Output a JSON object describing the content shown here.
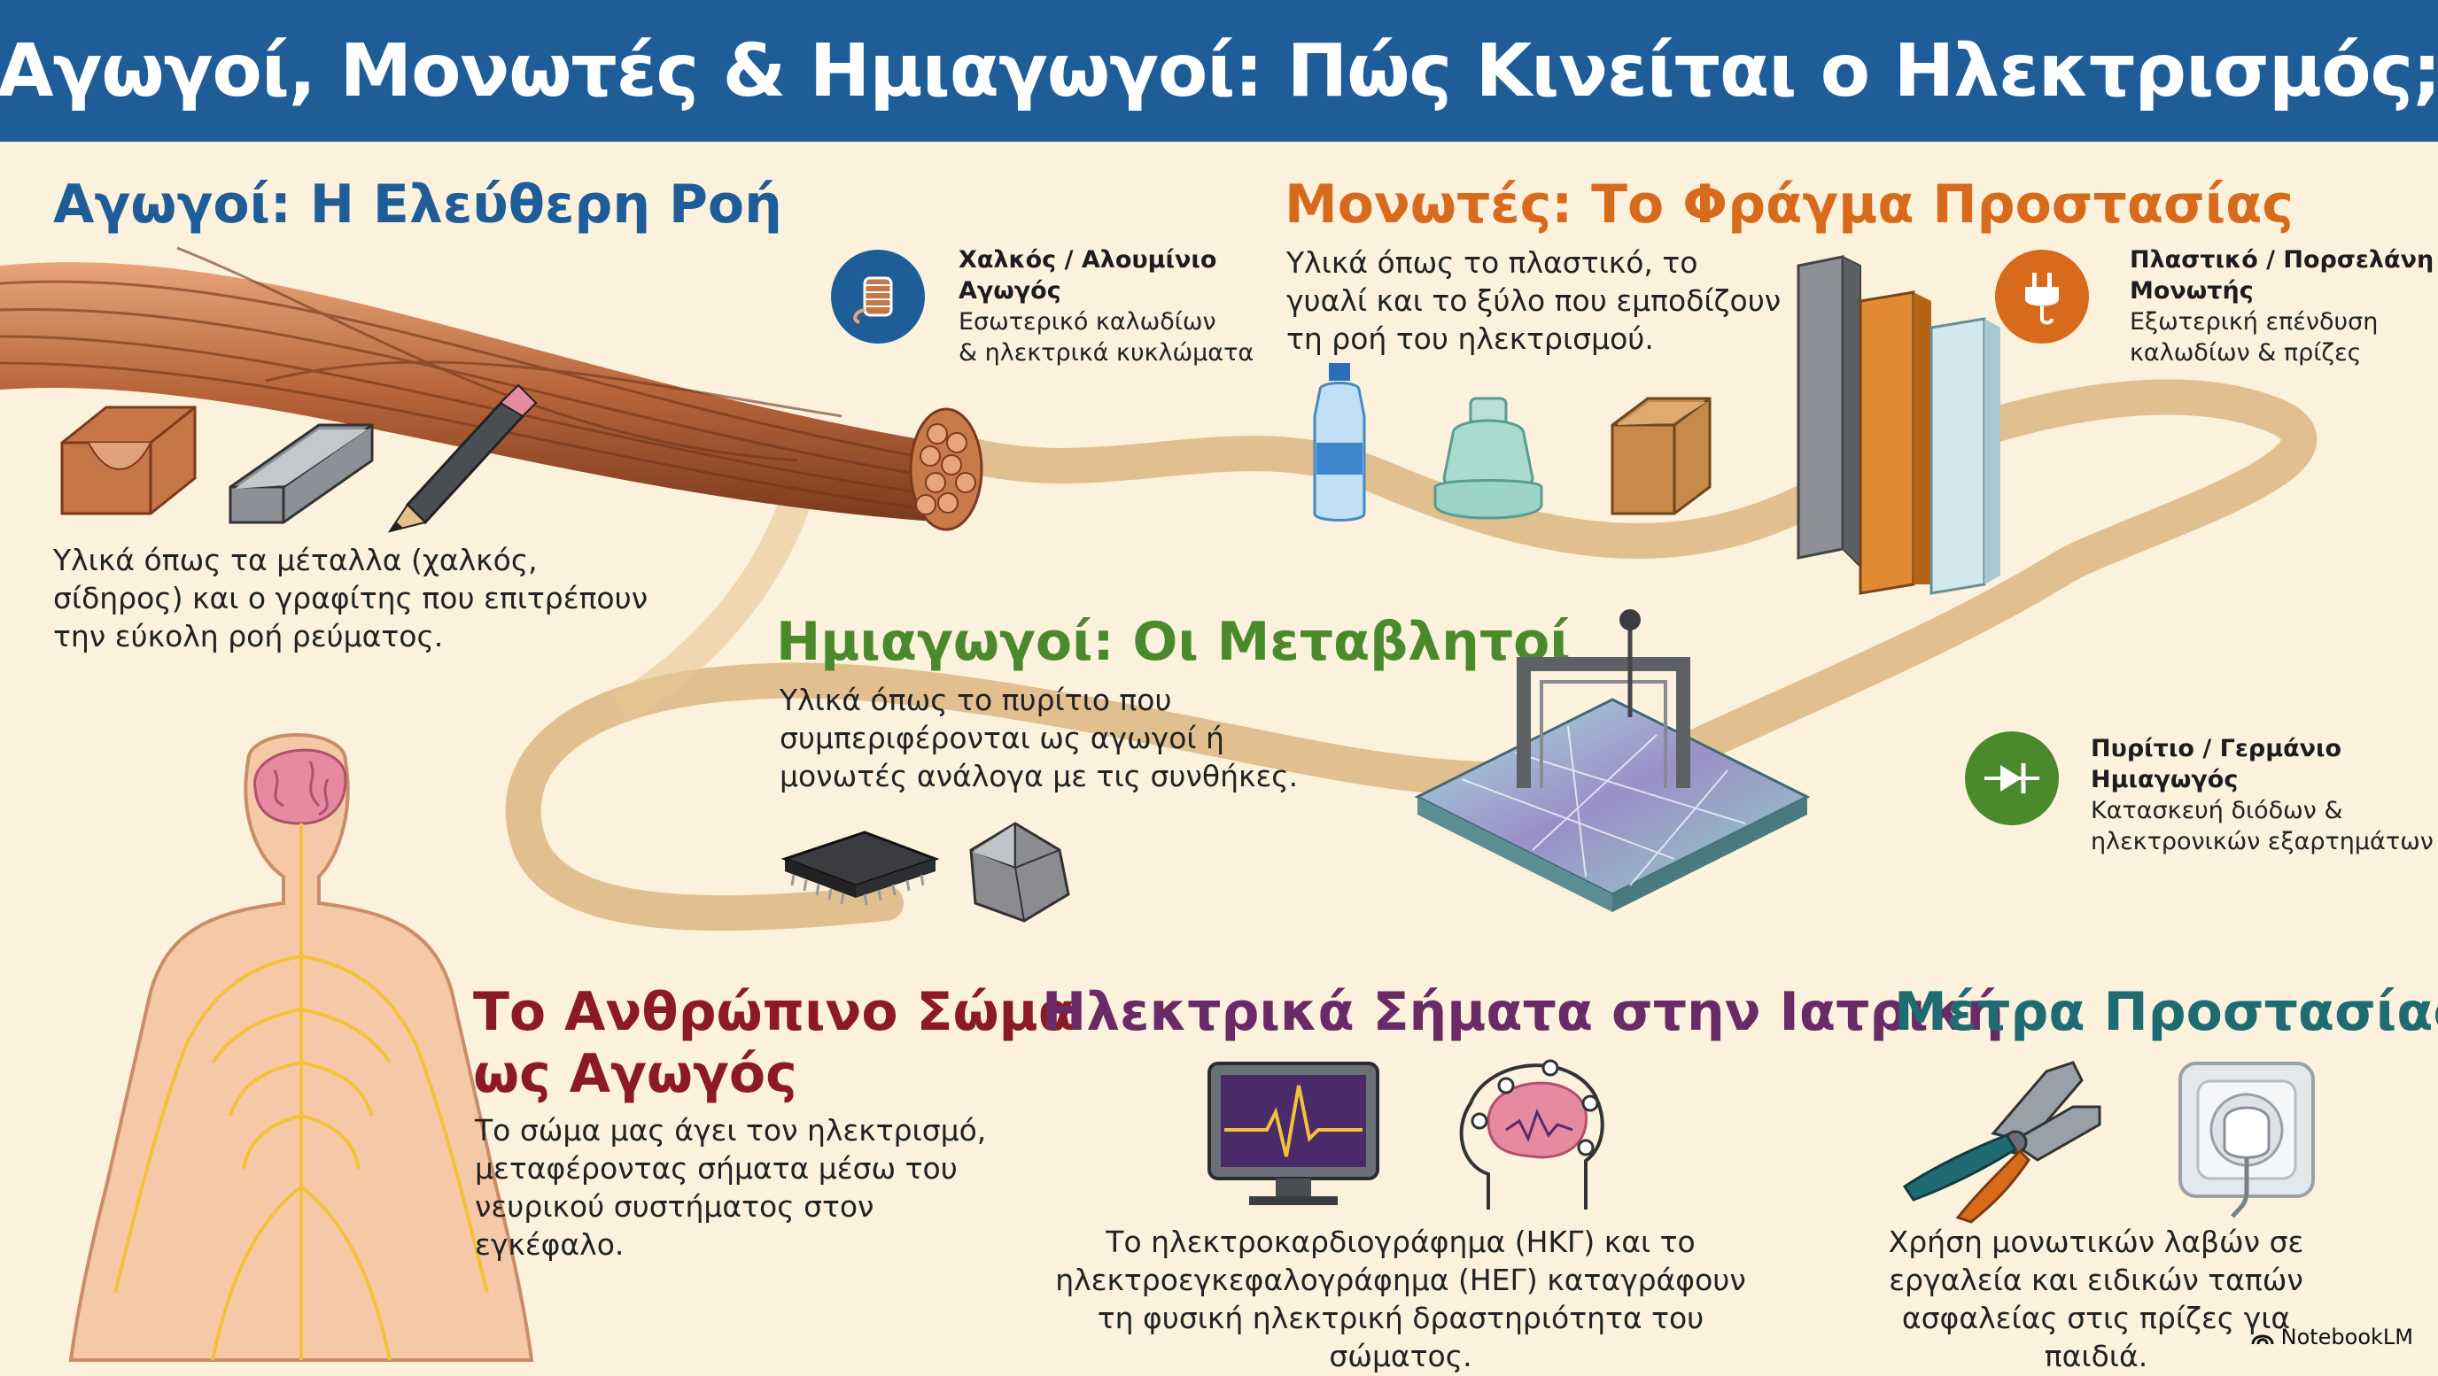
{
  "title": "Αγωγοί, Μονωτές & Ημιαγωγοί: Πώς Κινείται ο Ηλεκτρισμός;",
  "colors": {
    "title_bar": "#1f5d99",
    "background": "#fbf1dd",
    "conductors": "#1f5d99",
    "insulators": "#d86a1c",
    "semiconductors": "#4a8a2c",
    "human_body": "#8c1a24",
    "medicine": "#6a2a66",
    "protection": "#1e6c72"
  },
  "conductors": {
    "heading": "Αγωγοί: Η Ελεύθερη Ροή",
    "text": "Υλικά όπως τα μέταλλα (χαλκός, σίδηρος) και ο γραφίτης που επιτρέπουν την εύκολη ροή ρεύματος.",
    "tag": {
      "icon": "copper-coil-icon",
      "title_line1": "Χαλκός / Αλουμίνιο",
      "title_line2": "Αγωγός",
      "desc_line1": "Εσωτερικό καλωδίων",
      "desc_line2": "& ηλεκτρικά κυκλώματα"
    }
  },
  "insulators": {
    "heading": "Μονωτές: Το Φράγμα Προστασίας",
    "text": "Υλικά όπως το πλαστικό, το γυαλί και το ξύλο που εμποδίζουν τη ροή του ηλεκτρισμού.",
    "tag": {
      "icon": "plug-icon",
      "title_line1": "Πλαστικό / Πορσελάνη",
      "title_line2": "Μονωτής",
      "desc_line1": "Εξωτερική επένδυση",
      "desc_line2": "καλωδίων & πρίζες"
    }
  },
  "semiconductors": {
    "heading": "Ημιαγωγοί: Οι Μεταβλητοί",
    "text": "Υλικά όπως το πυρίτιο που συμπεριφέρονται ως αγωγοί ή μονωτές ανάλογα με τις συνθήκες.",
    "tag": {
      "icon": "diode-icon",
      "title_line1": "Πυρίτιο / Γερμάνιο",
      "title_line2": "Ημιαγωγός",
      "desc_line1": "Κατασκευή διόδων &",
      "desc_line2": "ηλεκτρονικών εξαρτημάτων"
    }
  },
  "human_body": {
    "heading_line1": "Το Ανθρώπινο Σώμα",
    "heading_line2": "ως Αγωγός",
    "text": "Το σώμα μας άγει τον ηλεκτρισμό, μεταφέροντας σήματα μέσω του νευρικού συστήματος στον εγκέφαλο."
  },
  "medicine": {
    "heading": "Ηλεκτρικά Σήματα στην Ιατρική",
    "text": "Το ηλεκτροκαρδιογράφημα (ΗΚΓ) και το ηλεκτροεγκεφαλογράφημα (ΗΕΓ) καταγράφουν τη φυσική ηλεκτρική δραστηριότητα του σώματος."
  },
  "protection": {
    "heading": "Μέτρα Προστασίας",
    "text": "Χρήση μονωτικών λαβών σε εργαλεία και ειδικών ταπών ασφαλείας στις πρίζες για παιδιά."
  },
  "watermark": "NotebookLM"
}
